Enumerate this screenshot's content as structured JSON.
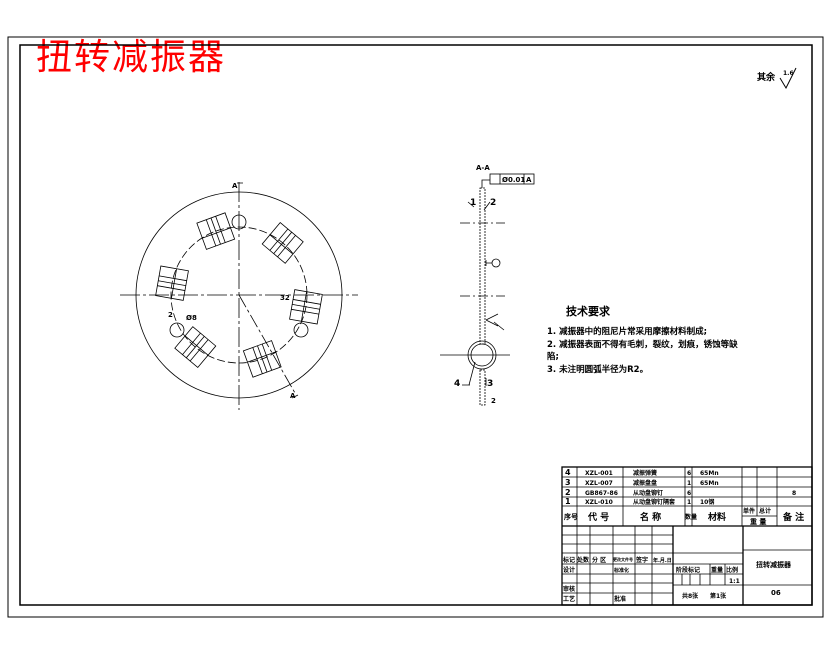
{
  "drawing_title": "扭转减振器",
  "roughness": {
    "label": "其余",
    "value": "1.6"
  },
  "section_view": {
    "label": "A-A",
    "tolerance": "Ø0.01",
    "datum": "A",
    "balloons": [
      "1",
      "2",
      "3",
      "4"
    ],
    "dim": "2"
  },
  "front_view": {
    "section_marks": [
      "A",
      "A"
    ],
    "dims": [
      "32",
      "2",
      "Ø8"
    ]
  },
  "tech_requirements": {
    "title": "技术要求",
    "items": [
      "1. 减振器中的阻尼片常采用摩擦材料制成;",
      "2. 减振器表面不得有毛刺，裂纹，划痕，锈蚀等缺",
      "陷;",
      "3. 未注明圆弧半径为R2。"
    ]
  },
  "parts_list": {
    "rows": [
      {
        "no": "4",
        "code": "XZL-001",
        "name": "减振弹簧",
        "qty": "6",
        "material": "65Mn",
        "unit": "",
        "total": "",
        "note": ""
      },
      {
        "no": "3",
        "code": "XZL-007",
        "name": "减振盘盘",
        "qty": "1",
        "material": "65Mn",
        "unit": "",
        "total": "",
        "note": ""
      },
      {
        "no": "2",
        "code": "GB867-86",
        "name": "从动盘铆钉",
        "qty": "6",
        "material": "",
        "unit": "",
        "total": "",
        "note": "8"
      },
      {
        "no": "1",
        "code": "XZL-010",
        "name": "从动盘铆钉隔套",
        "qty": "1",
        "material": "10钢",
        "unit": "",
        "total": "",
        "note": ""
      }
    ],
    "header": {
      "no": "序号",
      "code": "代 号",
      "name": "名 称",
      "qty": "数量",
      "material": "材料",
      "unit": "单件",
      "total": "总计",
      "weight": "重 量",
      "note": "备 注"
    }
  },
  "title_block": {
    "rev_headers": [
      "标记",
      "处数",
      "分 区",
      "更改文件号",
      "签字",
      "年.月.日"
    ],
    "design": "设计",
    "standard": "标准化",
    "review": "审核",
    "process": "工艺",
    "approve": "批准",
    "stage": "阶段标记",
    "weight": "重量",
    "scale_label": "比例",
    "scale": "1:1",
    "sheets": "共8张",
    "sheet": "第1张",
    "name": "扭转减振器",
    "number": "06"
  }
}
